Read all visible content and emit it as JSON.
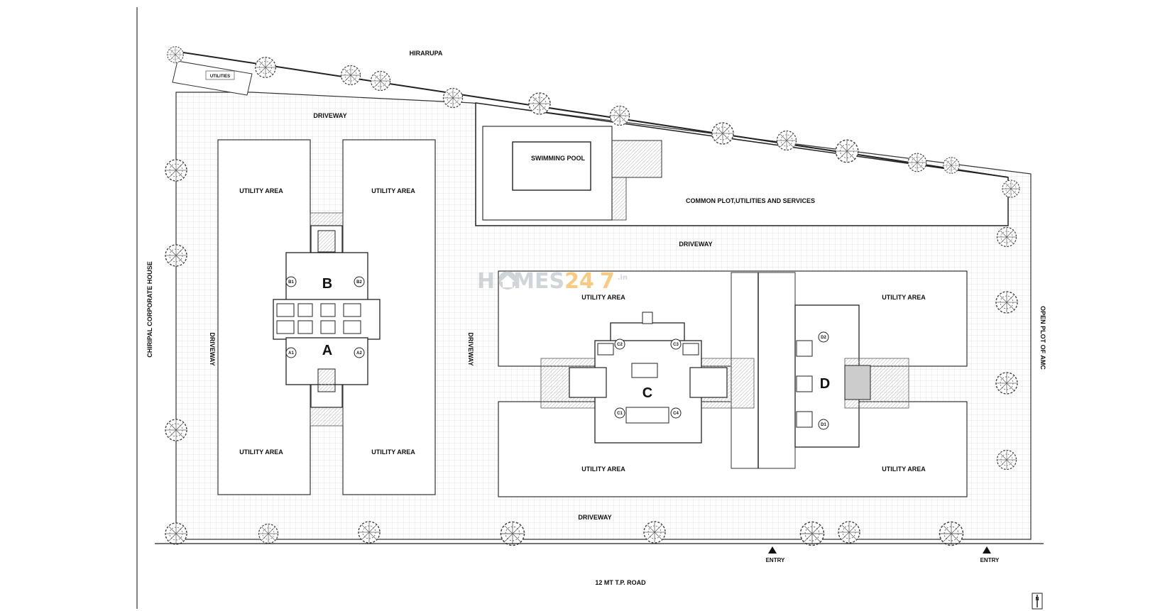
{
  "title": "",
  "watermark": {
    "part1": "H",
    "part2": "MES",
    "part3": "24",
    "part4": "7",
    "suffix": ".in"
  },
  "roads": {
    "north": "HIRARUPA",
    "south": "12 MT T.P. ROAD",
    "west": "CHIRIPAL CORPORATE HOUSE",
    "east": "OPEN PLOT OF AMC"
  },
  "labels": {
    "driveway": "DRIVEWAY",
    "utility_area": "UTILITY AREA",
    "swimming_pool": "SWIMMING POOL",
    "common_plot": "COMMON PLOT,UTILITIES AND SERVICES",
    "entry": "ENTRY",
    "utilities_small": "UTILITIES",
    "north_arrow": "N"
  },
  "blocks": {
    "a": "A",
    "b": "B",
    "c": "C",
    "d": "D"
  },
  "unit_tags": {
    "a1": "A1",
    "a2": "A2",
    "b1": "B1",
    "b2": "B2",
    "c1": "C1",
    "c2": "C2",
    "c3": "C3",
    "c4": "C4",
    "d1": "D1",
    "d2": "D2"
  },
  "colors": {
    "line": "#222222",
    "grid": "#d9d9d9",
    "watermark_gray": "#a9b3bb",
    "watermark_orange": "#f5a21d"
  }
}
